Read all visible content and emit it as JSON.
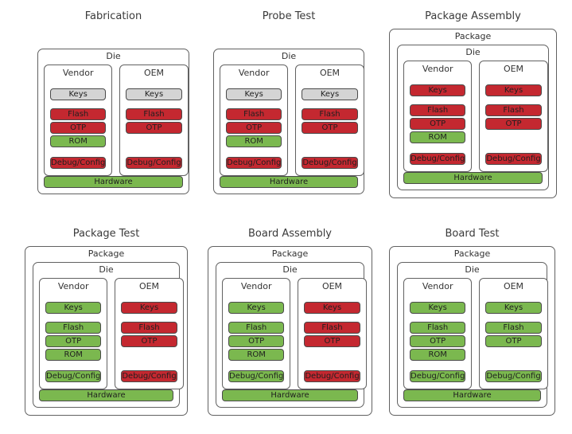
{
  "diagram": "chip-security-lifecycle",
  "colors": {
    "locked_red": "#c42830",
    "open_green": "#7bb84f",
    "neutral_gray": "#d4d4d4"
  },
  "labels": {
    "package": "Package",
    "die": "Die",
    "vendor": "Vendor",
    "oem": "OEM",
    "hardware": "Hardware",
    "keys": "Keys",
    "flash": "Flash",
    "otp": "OTP",
    "rom": "ROM",
    "debug": "Debug/Config"
  },
  "panels": [
    {
      "title": "Fabrication",
      "has_package": false,
      "vendor": {
        "keys": "gray",
        "flash": "red",
        "otp": "red",
        "rom": "green",
        "debug": "red"
      },
      "oem": {
        "keys": "gray",
        "flash": "red",
        "otp": "red",
        "debug": "red"
      },
      "hardware": "green"
    },
    {
      "title": "Probe Test",
      "has_package": false,
      "vendor": {
        "keys": "gray",
        "flash": "red",
        "otp": "red",
        "rom": "green",
        "debug": "red"
      },
      "oem": {
        "keys": "gray",
        "flash": "red",
        "otp": "red",
        "debug": "red"
      },
      "hardware": "green"
    },
    {
      "title": "Package Assembly",
      "has_package": true,
      "vendor": {
        "keys": "red",
        "flash": "red",
        "otp": "red",
        "rom": "green",
        "debug": "red"
      },
      "oem": {
        "keys": "red",
        "flash": "red",
        "otp": "red",
        "debug": "red"
      },
      "hardware": "green"
    },
    {
      "title": "Package Test",
      "has_package": true,
      "vendor": {
        "keys": "green",
        "flash": "green",
        "otp": "green",
        "rom": "green",
        "debug": "green"
      },
      "oem": {
        "keys": "red",
        "flash": "red",
        "otp": "red",
        "debug": "red"
      },
      "hardware": "green"
    },
    {
      "title": "Board Assembly",
      "has_package": true,
      "vendor": {
        "keys": "green",
        "flash": "green",
        "otp": "green",
        "rom": "green",
        "debug": "green"
      },
      "oem": {
        "keys": "red",
        "flash": "red",
        "otp": "red",
        "debug": "red"
      },
      "hardware": "green"
    },
    {
      "title": "Board Test",
      "has_package": true,
      "vendor": {
        "keys": "green",
        "flash": "green",
        "otp": "green",
        "rom": "green",
        "debug": "green"
      },
      "oem": {
        "keys": "green",
        "flash": "green",
        "otp": "green",
        "debug": "green"
      },
      "hardware": "green"
    }
  ]
}
